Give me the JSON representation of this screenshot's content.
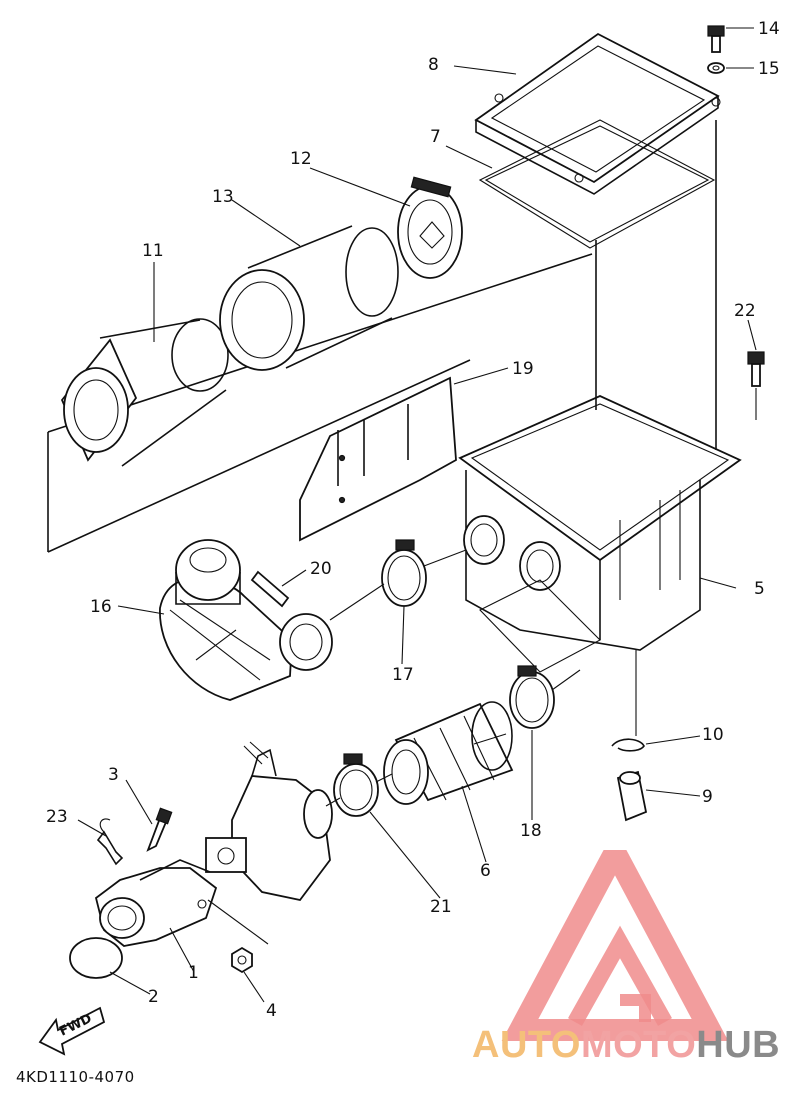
{
  "diagram": {
    "callouts": [
      {
        "id": "c1",
        "label": "1"
      },
      {
        "id": "c2",
        "label": "2"
      },
      {
        "id": "c3",
        "label": "3"
      },
      {
        "id": "c4",
        "label": "4"
      },
      {
        "id": "c5",
        "label": "5"
      },
      {
        "id": "c6",
        "label": "6"
      },
      {
        "id": "c7",
        "label": "7"
      },
      {
        "id": "c8",
        "label": "8"
      },
      {
        "id": "c9",
        "label": "9"
      },
      {
        "id": "c10",
        "label": "10"
      },
      {
        "id": "c11",
        "label": "11"
      },
      {
        "id": "c12",
        "label": "12"
      },
      {
        "id": "c13",
        "label": "13"
      },
      {
        "id": "c14",
        "label": "14"
      },
      {
        "id": "c15",
        "label": "15"
      },
      {
        "id": "c16",
        "label": "16"
      },
      {
        "id": "c17",
        "label": "17"
      },
      {
        "id": "c18",
        "label": "18"
      },
      {
        "id": "c19",
        "label": "19"
      },
      {
        "id": "c20",
        "label": "20"
      },
      {
        "id": "c21",
        "label": "21"
      },
      {
        "id": "c22",
        "label": "22"
      },
      {
        "id": "c23",
        "label": "23"
      }
    ],
    "direction_arrow": "FWD",
    "catalog_code": "4KD1110-4070"
  },
  "watermark": {
    "parts": [
      "AUTO",
      "MOTO",
      "HUB"
    ],
    "colors": {
      "auto": "#f4c07a",
      "moto": "#f2a3a3",
      "hub": "#8a8a8a",
      "logo": "#f08c8c"
    }
  }
}
